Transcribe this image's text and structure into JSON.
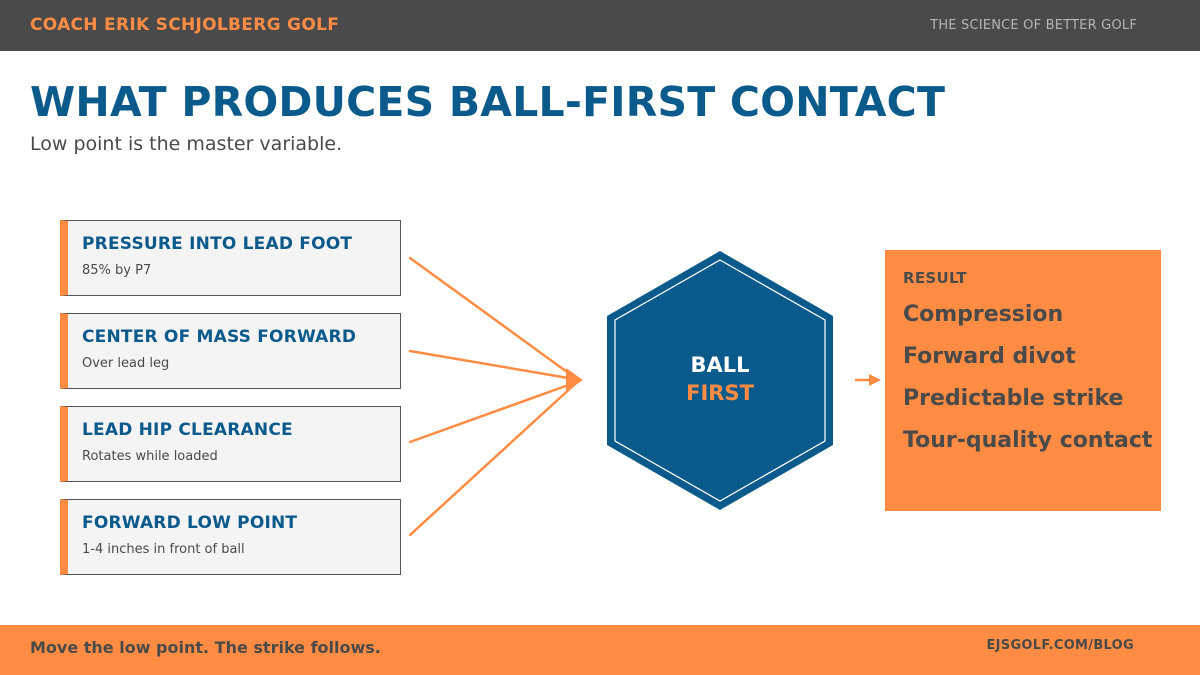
{
  "header": {
    "brand": "COACH ERIK SCHJOLBERG GOLF",
    "tagline": "THE SCIENCE OF BETTER GOLF"
  },
  "main": {
    "title": "WHAT PRODUCES BALL-FIRST CONTACT",
    "subtitle": "Low point is the master variable."
  },
  "factors": [
    {
      "title": "PRESSURE INTO LEAD FOOT",
      "detail": "85% by P7"
    },
    {
      "title": "CENTER OF MASS FORWARD",
      "detail": "Over lead leg"
    },
    {
      "title": "LEAD HIP CLEARANCE",
      "detail": "Rotates while loaded"
    },
    {
      "title": "FORWARD LOW POINT",
      "detail": "1-4 inches in front of ball"
    }
  ],
  "hub": {
    "line1": "BALL",
    "line2": "FIRST"
  },
  "result": {
    "heading": "RESULT",
    "items": [
      "Compression",
      "Forward divot",
      "Predictable strike",
      "Tour-quality contact"
    ]
  },
  "footer": {
    "text": "Move the low point. The strike follows.",
    "link": "EJSGOLF.COM/BLOG"
  },
  "colors": {
    "navy": "#0b5a8c",
    "orange": "#ff8c42",
    "charcoal": "#4a4a4a"
  }
}
